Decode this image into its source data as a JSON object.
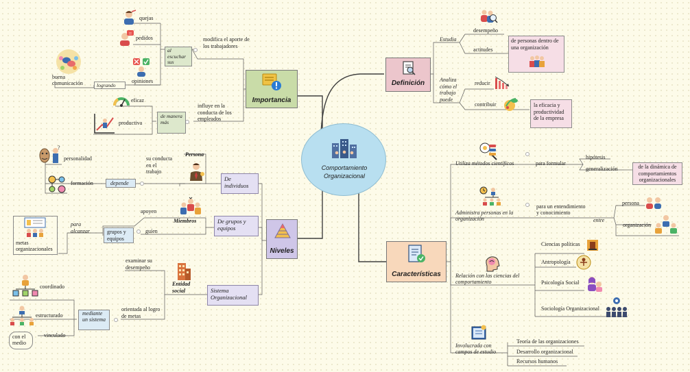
{
  "center": {
    "label": "Comportamiento Organizacional"
  },
  "definicion": {
    "label": "Definición",
    "estudia": "Estudia",
    "desempeno": "desempeño",
    "actitudes": "actitudes",
    "personas_box": "de personas dentro de una organización",
    "analiza": "Analiza cómo el trabajo puede",
    "reducir": "reducir",
    "contribuir": "contribuir",
    "eficacia_box": "la eficacia y productividad de la empresa"
  },
  "importancia": {
    "label": "Importancia",
    "modifica": "modifica el aporte de los trabajadores",
    "al_escuchar": "al escuchar sus",
    "quejas": "quejas",
    "pedidos": "pedidos",
    "opiniones": "opiniones",
    "logrando": "logrando",
    "buena_comunicacion": "buena comunicación",
    "influye": "influye en la conducta de los empleados",
    "de_manera": "de manera más",
    "eficaz": "eficaz",
    "productiva": "productiva"
  },
  "niveles": {
    "label": "Niveles",
    "individuos": {
      "label": "De individuos",
      "persona": "Persona",
      "su_conducta": "su conducta en el trabajo",
      "depende": "depende",
      "personalidad": "personalidad",
      "formacion": "formación"
    },
    "grupos": {
      "label": "De grupos y equipos",
      "miembros": "Miembros",
      "apoyen": "apoyen",
      "guien": "guíen",
      "grupos_equipos": "grupos y equipos",
      "para_alcanzar": "para alcanzar",
      "metas": "metas organizacionales"
    },
    "sistema": {
      "label": "Sistema Organizacional",
      "entidad": "Entidad social",
      "examinar": "examinar su desempeño",
      "orientada": "orientada al logro de metas",
      "mediante": "mediante un sistema",
      "coordinado": "coordinado",
      "estructurado": "estructurado",
      "vinculado": "vinculado",
      "con_el_medio": "con el medio"
    }
  },
  "caracteristicas": {
    "label": "Características",
    "metodos": "Utiliza métodos científicos",
    "para_formular": "para formular",
    "hipotesis": "hipótesis",
    "generalizacion": "generalización",
    "dinamica_box": "de la dinámica de comportamientos organizacionales",
    "administra": "Administra personas en la organización",
    "para_un": "para un entendimiento y conocimiento",
    "entre": "entre",
    "persona": "persona",
    "organizacion": "organización",
    "relacion": "Relación con las ciencias del comportamiento",
    "ciencias": [
      "Ciencias políticas",
      "Antropología",
      "Psicología Social",
      "Sociología Organizacional"
    ],
    "involucrada": "Involucrada con campos de estudio",
    "campos": [
      "Teoría de las organizaciones",
      "Desarrollo organizacional",
      "Recursos humanos"
    ]
  },
  "colors": {
    "definicion": "#ecc6cc",
    "importancia": "#c9dca8",
    "niveles": "#cfc6e8",
    "caracteristicas": "#f8d8bb",
    "center": "#b8dff0",
    "pink_box": "#f6dee6",
    "green_box": "#dde8cc",
    "blue_box": "#dcebf5"
  }
}
